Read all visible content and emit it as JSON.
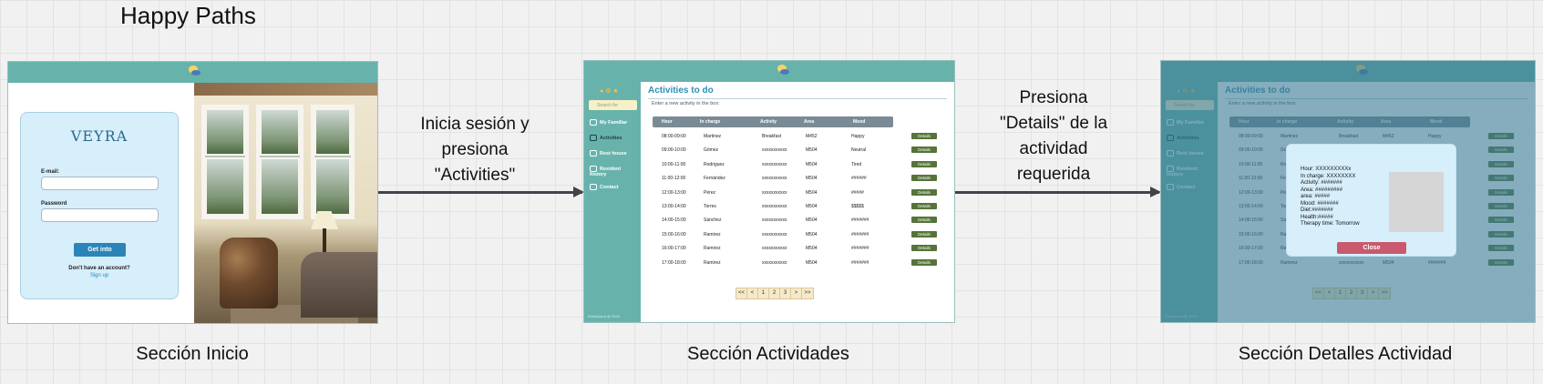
{
  "board": {
    "title": "Happy Paths",
    "captions": [
      "Sección Inicio",
      "Sección Actividades",
      "Sección Detalles Actividad"
    ],
    "arrow1_lines": [
      "Inicia sesión y",
      "presiona",
      "\"Activities\""
    ],
    "arrow2_lines": [
      "Presiona",
      "\"Details\" de la",
      "actividad",
      "requerida"
    ]
  },
  "login": {
    "brand": "VEYRA",
    "email_label": "E-mail:",
    "password_label": "Password",
    "submit_label": "Get into",
    "no_account": "Don't have an account?",
    "signup": "Sign up"
  },
  "app": {
    "search_placeholder": "Search for",
    "nav": [
      "My Familiar",
      "Activities",
      "Rest house",
      "Resident history",
      "Contact"
    ],
    "footer": "Elderlyland @ 2024",
    "title": "Activities to do",
    "new_activity": "Enter a new activity in the box:",
    "columns": [
      "Hour",
      "In charge",
      "Activity",
      "Area",
      "Mood"
    ],
    "details_label": "Details",
    "rows": [
      [
        "08:00-09:00",
        "Martinez",
        "Breakfast",
        "M452",
        "Happy"
      ],
      [
        "09:00-10:00",
        "Gómez",
        "xxxxxxxxxxx",
        "M504",
        "Neutral"
      ],
      [
        "10:00-11:00",
        "Rodriguez",
        "xxxxxxxxxxx",
        "M504",
        "Tired"
      ],
      [
        "11:00-12:00",
        "Fernández",
        "xxxxxxxxxxx",
        "M504",
        "######"
      ],
      [
        "12:00-13:00",
        "Pérez",
        "xxxxxxxxxxx",
        "M504",
        "#####"
      ],
      [
        "13:00-14:00",
        "Torres",
        "xxxxxxxxxxx",
        "M504",
        "$$$$$"
      ],
      [
        "14:00-15:00",
        "Sánchez",
        "xxxxxxxxxxx",
        "M504",
        "#######"
      ],
      [
        "15:00-16:00",
        "Ramirez",
        "xxxxxxxxxxx",
        "M504",
        "#######"
      ],
      [
        "16:00-17:00",
        "Ramirez",
        "xxxxxxxxxxx",
        "M504",
        "#######"
      ],
      [
        "17:00-18:00",
        "Ramirez",
        "xxxxxxxxxxx",
        "M504",
        "#######"
      ]
    ],
    "pagination": [
      "<<",
      "<",
      "1",
      "2",
      "3",
      ">",
      ">>"
    ]
  },
  "modal": {
    "lines": [
      "Hour: XXXXXXXXXx",
      "In charge: XXXXXXXX",
      "Activity: #######",
      "Area: #########",
      "area: #####",
      "Mood: #######",
      "Diet:#######",
      "Health:#####",
      "Therapy time: Tomorrow"
    ],
    "close_label": "Close"
  },
  "colors": {
    "teal": "#67b3ac",
    "title_blue": "#2e8fb4",
    "details_green": "#56743a",
    "close_red": "#c95a6e",
    "card_blue": "#d7effb"
  }
}
